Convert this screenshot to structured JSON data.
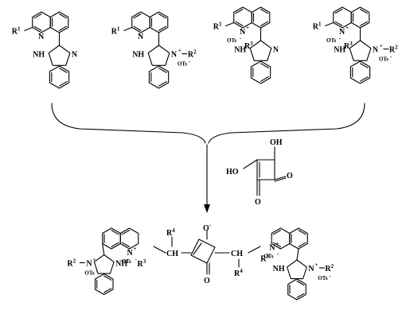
{
  "scheme": {
    "labels": {
      "R1": "R",
      "R1_sup": "1",
      "R2": "R",
      "R2_sup": "2",
      "R3": "R",
      "R3_sup": "3",
      "R4": "R",
      "R4_sup": "4",
      "N": "N",
      "NH": "NH",
      "N_plus": "N",
      "plus": "+",
      "OTs": "OTs",
      "minus": "-",
      "O": "O",
      "O_minus": "O",
      "OH": "OH",
      "HO": "HO",
      "CH": "CH"
    }
  }
}
